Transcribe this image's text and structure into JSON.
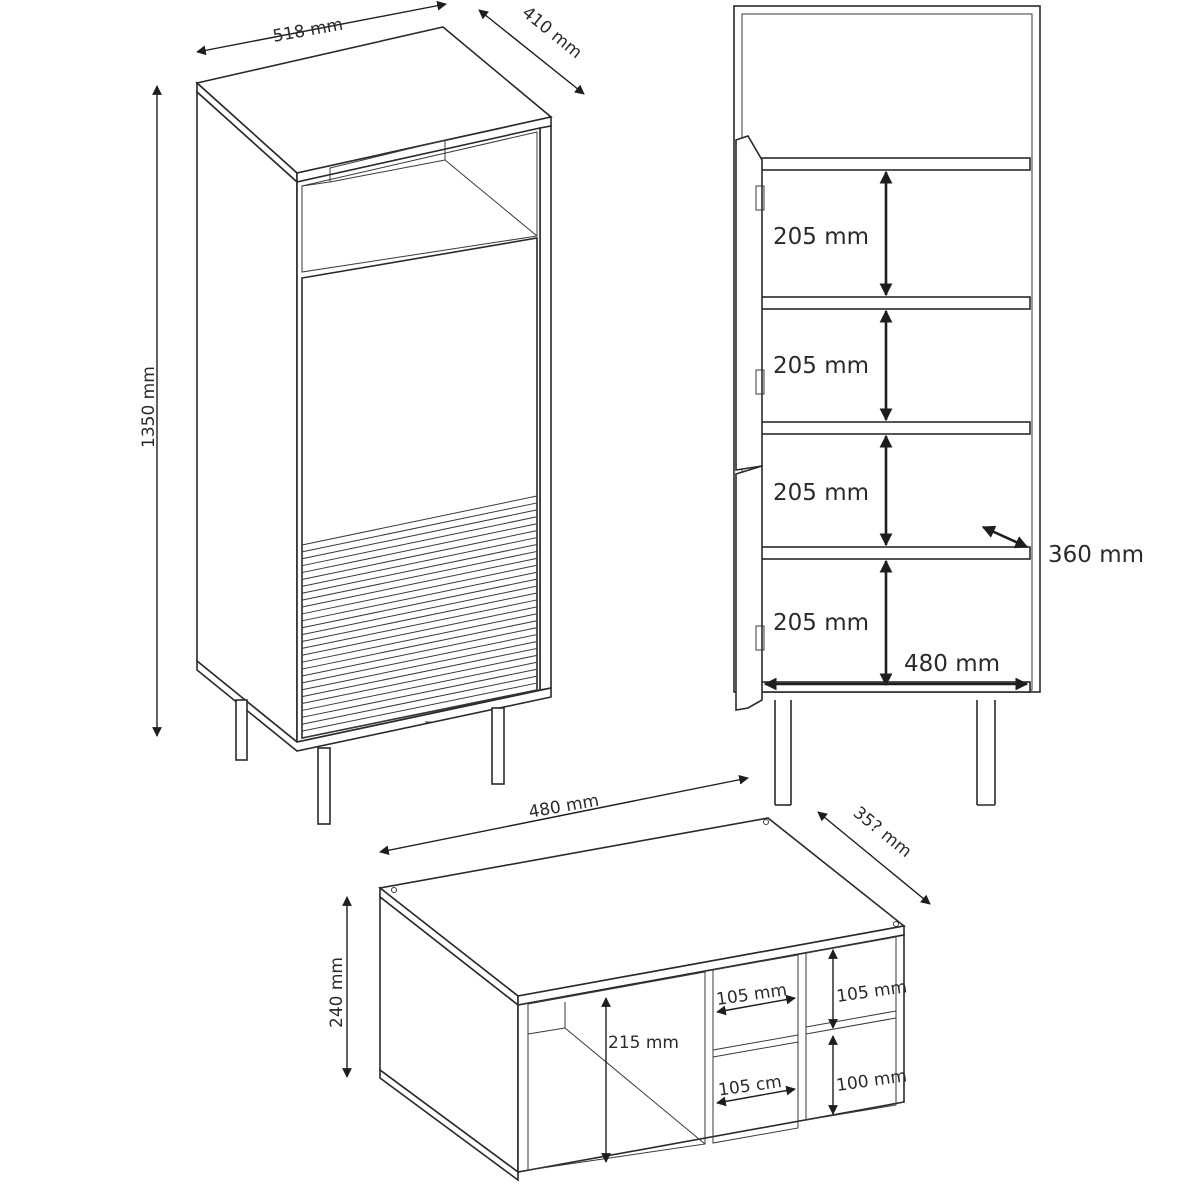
{
  "cabinet_front": {
    "width_label": "518 mm",
    "depth_label": "410 mm",
    "height_label": "1350 mm"
  },
  "cabinet_open": {
    "shelf_heights": [
      "205 mm",
      "205 mm",
      "205 mm",
      "205 mm"
    ],
    "inner_depth_label": "360 mm",
    "inner_width_label": "480 mm"
  },
  "insert": {
    "width_label": "480 mm",
    "depth_label": "35? mm",
    "height_label": "240 mm",
    "left_compartment_height": "215 mm",
    "middle_top_width": "105 mm",
    "middle_bottom_width": "105 cm",
    "right_top_height": "105 mm",
    "right_bottom_height": "100 mm"
  },
  "colors": {
    "line": "#2a2a2a",
    "text": "#2b2b2b",
    "background": "#ffffff"
  }
}
